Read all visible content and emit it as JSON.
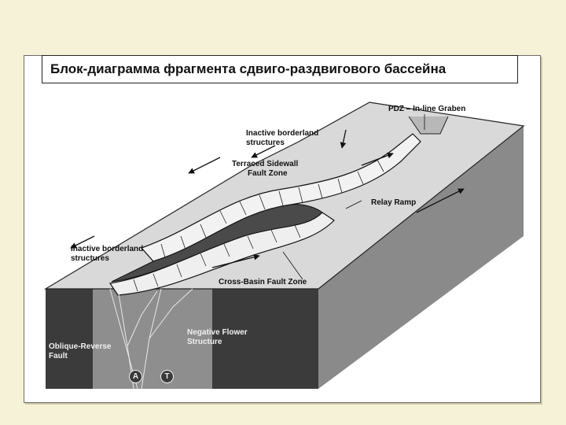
{
  "title": "Блок-диаграмма фрагмента сдвиго-раздвигового бассейна",
  "labels": {
    "pdz": "PDZ – In-line Graben",
    "inactive_top_1": "Inactive borderland",
    "inactive_top_2": "structures",
    "terraced_1": "Terraced Sidewall",
    "terraced_2": "Fault Zone",
    "relay_ramp": "Relay Ramp",
    "inactive_left_1": "Inactive borderland",
    "inactive_left_2": "structures",
    "cross_basin": "Cross-Basin Fault Zone",
    "negative_flower_1": "Negative Flower",
    "negative_flower_2": "Structure",
    "oblique_1": "Oblique-Reverse",
    "oblique_2": "Fault",
    "marker_a": "A",
    "marker_t": "T"
  },
  "colors": {
    "background": "#f6f2d8",
    "block_top": "#d9d9d9",
    "block_front_dark": "#3b3b3b",
    "block_front_light": "#8e8e8e",
    "block_side": "#8a8a8a"
  }
}
